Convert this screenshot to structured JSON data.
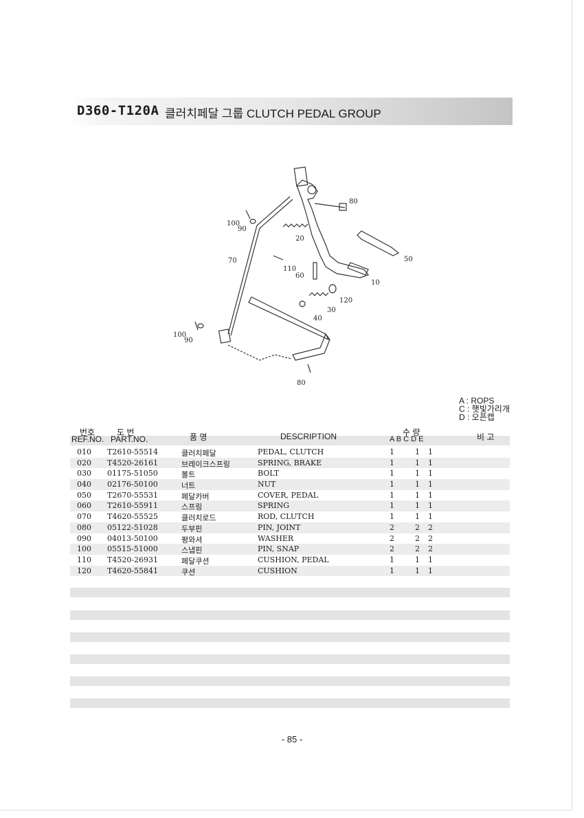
{
  "header": {
    "code": "D360-T120A",
    "title": "클러치페달 그룹 CLUTCH PEDAL GROUP"
  },
  "diagram": {
    "callouts": [
      "80",
      "100",
      "90",
      "20",
      "50",
      "70",
      "110",
      "60",
      "10",
      "120",
      "30",
      "40",
      "100",
      "90",
      "80"
    ]
  },
  "legend": {
    "a": "A : ROPS",
    "c": "C : 햇빛가리개",
    "d": "D : 오픈캡"
  },
  "columns": {
    "ref_kr": "번호",
    "ref_en": "REF.NO.",
    "part_kr": "도  번",
    "part_en": "PART.NO.",
    "name_kr": "품    명",
    "description": "DESCRIPTION",
    "qty_kr": "수    량",
    "qty_cols": "A  B  C  D  E",
    "remarks_kr": "비  고"
  },
  "rows": [
    {
      "ref": "010",
      "part": "T2610-55514",
      "name_kr": "클러치페달",
      "desc": "PEDAL, CLUTCH",
      "a": "1",
      "c": "1",
      "d": "1"
    },
    {
      "ref": "020",
      "part": "T4520-26161",
      "name_kr": "브레이크스프링",
      "desc": "SPRING, BRAKE",
      "a": "1",
      "c": "1",
      "d": "1"
    },
    {
      "ref": "030",
      "part": "01175-51050",
      "name_kr": "볼트",
      "desc": "BOLT",
      "a": "1",
      "c": "1",
      "d": "1"
    },
    {
      "ref": "040",
      "part": "02176-50100",
      "name_kr": "너트",
      "desc": "NUT",
      "a": "1",
      "c": "1",
      "d": "1"
    },
    {
      "ref": "050",
      "part": "T2670-55531",
      "name_kr": "페달카버",
      "desc": "COVER, PEDAL",
      "a": "1",
      "c": "1",
      "d": "1"
    },
    {
      "ref": "060",
      "part": "T2610-55911",
      "name_kr": "스프링",
      "desc": "SPRING",
      "a": "1",
      "c": "1",
      "d": "1"
    },
    {
      "ref": "070",
      "part": "T4620-55525",
      "name_kr": "클러치로드",
      "desc": "ROD, CLUTCH",
      "a": "1",
      "c": "1",
      "d": "1"
    },
    {
      "ref": "080",
      "part": "05122-51028",
      "name_kr": "두부핀",
      "desc": "PIN, JOINT",
      "a": "2",
      "c": "2",
      "d": "2"
    },
    {
      "ref": "090",
      "part": "04013-50100",
      "name_kr": "평와셔",
      "desc": "WASHER",
      "a": "2",
      "c": "2",
      "d": "2"
    },
    {
      "ref": "100",
      "part": "05515-51000",
      "name_kr": "스냅핀",
      "desc": "PIN, SNAP",
      "a": "2",
      "c": "2",
      "d": "2"
    },
    {
      "ref": "110",
      "part": "T4520-26931",
      "name_kr": "페달쿠션",
      "desc": "CUSHION, PEDAL",
      "a": "1",
      "c": "1",
      "d": "1"
    },
    {
      "ref": "120",
      "part": "T4620-55841",
      "name_kr": "쿠션",
      "desc": "CUSHION",
      "a": "1",
      "c": "1",
      "d": "1"
    }
  ],
  "page_number": "- 85 -"
}
